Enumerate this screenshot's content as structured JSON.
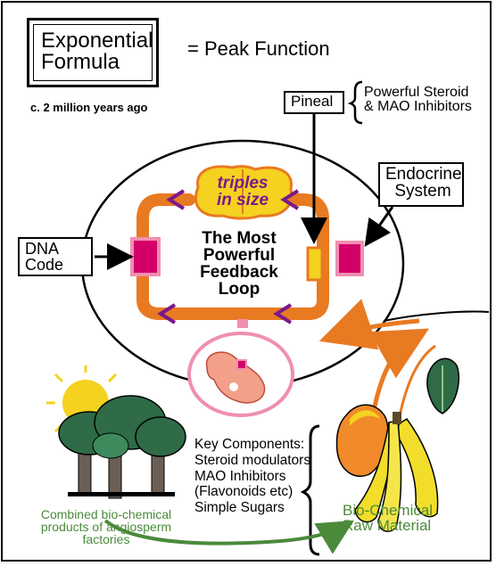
{
  "title": {
    "formula": "Exponential\nFormula",
    "equals": "= Peak Function",
    "date": "c. 2 million years ago"
  },
  "pineal": {
    "label": "Pineal",
    "note": "Powerful Steroid\n& MAO Inhibitors"
  },
  "endocrine": {
    "label": "Endocrine\nSystem"
  },
  "dna": {
    "label": "DNA\nCode"
  },
  "brain": {
    "label": "triples\nin size"
  },
  "loop": {
    "label": "The Most\nPowerful\nFeedback\nLoop"
  },
  "components": {
    "label": "Key Components:\nSteroid modulators\nMAO Inhibitors\n(Flavonoids etc)\nSimple Sugars"
  },
  "raw_material": {
    "label": "Bio-Chemical\nRaw Material"
  },
  "products": {
    "label": "Combined bio-chemical\nproducts of angiosperm\nfactories"
  },
  "colors": {
    "loop_orange": "#e87a22",
    "magenta": "#d4006a",
    "pink": "#f08fb0",
    "purple": "#7a1a8a",
    "yellow": "#f4d21f",
    "green_text": "#4a8a3a",
    "tree_green": "#2e6b46",
    "banana": "#f2de2a",
    "mango": "#f08a2a"
  }
}
